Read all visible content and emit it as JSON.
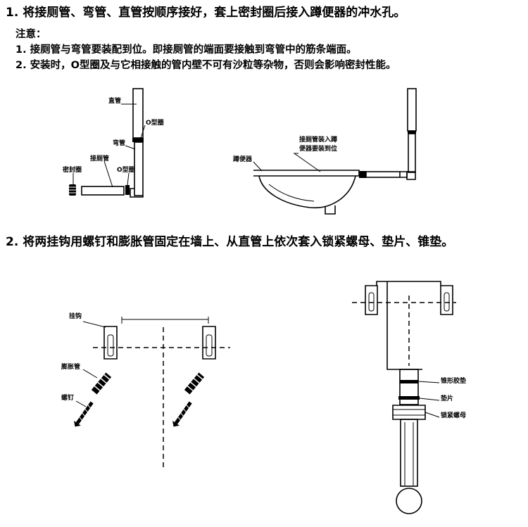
{
  "step1": {
    "text": "1. 将接厕管、弯管、直管按顺序接好，套上密封圈后接入蹲便器的冲水孔。",
    "note_title": "注意：",
    "note1": "1. 接厕管与弯管要装配到位。即接厕管的端面要接触到弯管中的筋条端面。",
    "note2": "2. 安装时，O型圈及与它相接触的管内壁不可有沙粒等杂物，否则会影响密封性能。"
  },
  "fig_left_labels": {
    "straight_pipe": "直管",
    "o_ring_top": "O型圈",
    "elbow": "弯管",
    "connector_pipe": "接厕管",
    "seal_ring": "密封圈",
    "o_ring_bottom": "O型圈"
  },
  "fig_right_labels": {
    "squat_toilet": "蹲便器",
    "note_line1": "接厕管装入蹲",
    "note_line2": "便器要装到位"
  },
  "step2": {
    "text": "2. 将两挂钩用螺钉和膨胀管固定在墙上、从直管上依次套入锁紧螺母、垫片、锥垫。"
  },
  "fig_hook_labels": {
    "hook": "挂钩",
    "anchor": "膨胀管",
    "screw": "螺钉"
  },
  "fig_pipe_labels": {
    "cone_gasket": "锥形胶垫",
    "washer": "垫片",
    "lock_nut": "锁紧螺母"
  }
}
